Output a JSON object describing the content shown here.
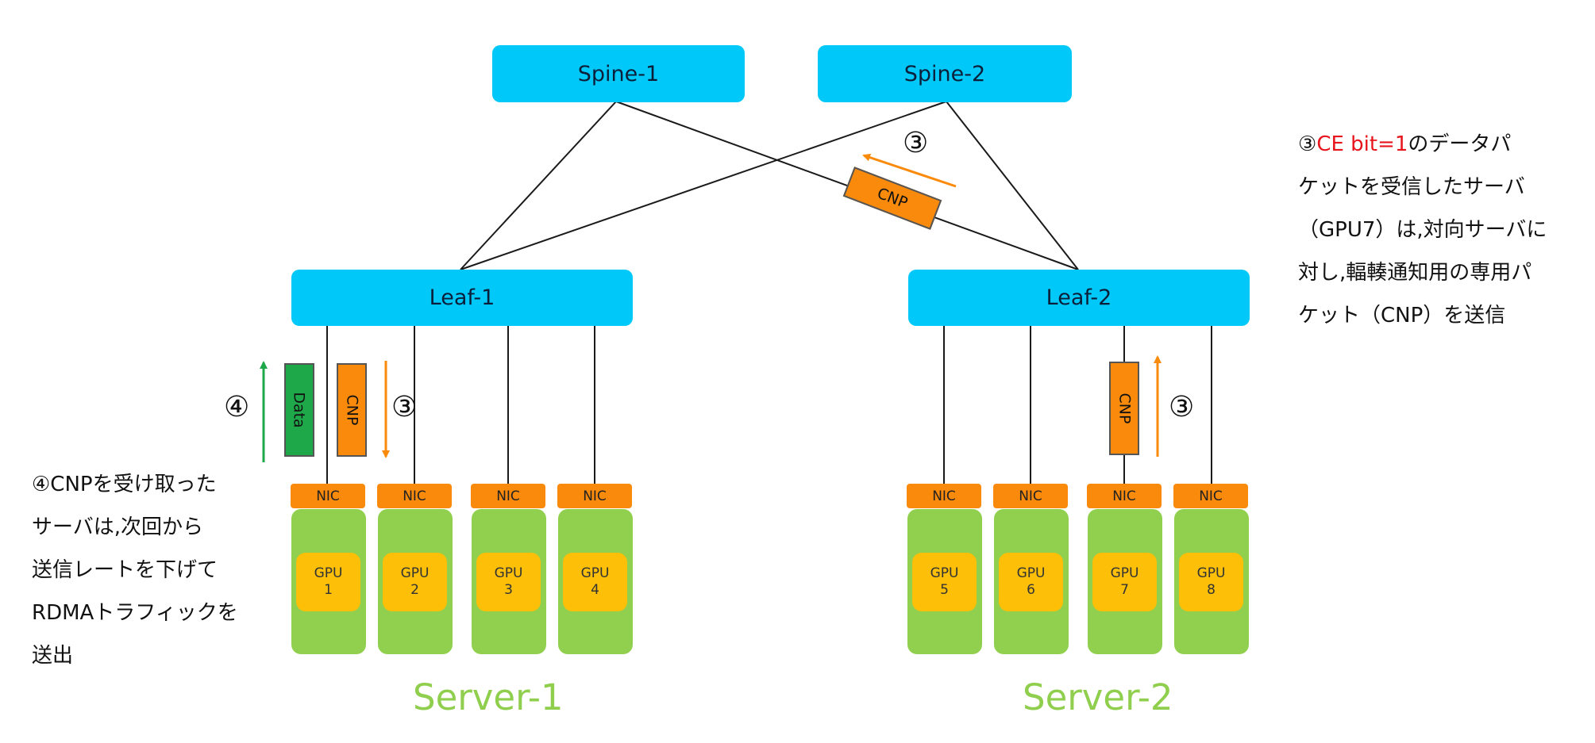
{
  "switches": {
    "spine1": "Spine-1",
    "spine2": "Spine-2",
    "leaf1": "Leaf-1",
    "leaf2": "Leaf-2"
  },
  "nic_label": "NIC",
  "gpus": [
    {
      "line1": "GPU",
      "line2": "1"
    },
    {
      "line1": "GPU",
      "line2": "2"
    },
    {
      "line1": "GPU",
      "line2": "3"
    },
    {
      "line1": "GPU",
      "line2": "4"
    },
    {
      "line1": "GPU",
      "line2": "5"
    },
    {
      "line1": "GPU",
      "line2": "6"
    },
    {
      "line1": "GPU",
      "line2": "7"
    },
    {
      "line1": "GPU",
      "line2": "8"
    }
  ],
  "servers": [
    "Server-1",
    "Server-2"
  ],
  "packets": {
    "cnp": "CNP",
    "data": "Data"
  },
  "markers": {
    "step3": "③",
    "step4": "④"
  },
  "notes": {
    "right": {
      "line1_marker": "③",
      "line1_red": "CE bit=1",
      "line1_rest": "のデータパ",
      "line2": "ケットを受信したサーバ",
      "line3": "（GPU7）は,対向サーバに",
      "line4": "対し,輻輳通知用の専用パ",
      "line5": "ケット（CNP）を送信"
    },
    "left": {
      "line1": "④CNPを受け取った",
      "line2": "サーバは,次回から",
      "line3": "送信レートを下げて",
      "line4": "RDMAトラフィックを",
      "line5": "送出"
    }
  },
  "colors": {
    "switch": "#00c8f8",
    "nic": "#fa8a0c",
    "server": "#91d04f",
    "gpu": "#fdbf08",
    "cnp_packet": "#fa8a0c",
    "data_packet": "#1fa84a",
    "data_arrow": "#1fa84a",
    "cnp_arrow": "#fa8a0c",
    "highlight_text": "#e8141b",
    "server_label": "#8fcf4d"
  }
}
